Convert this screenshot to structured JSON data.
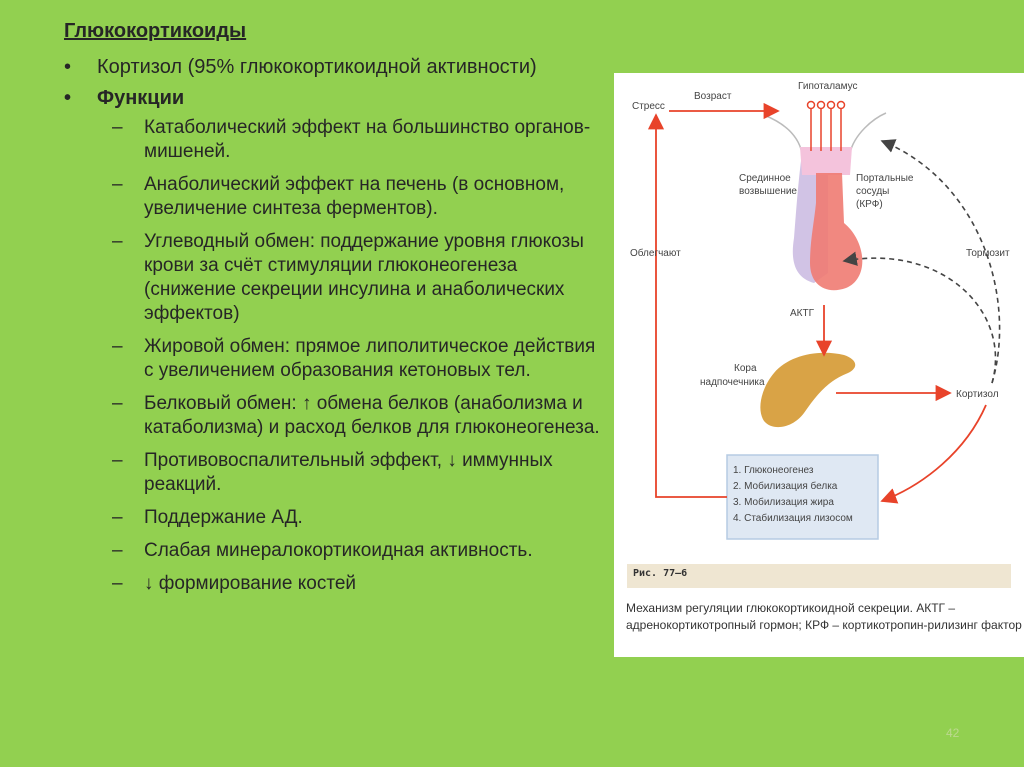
{
  "title": "Глюкокортикоиды",
  "bullets": [
    "Кортизол (95% глюкокортикоидной активности)",
    "Функции"
  ],
  "bullet_symbol": "•",
  "dash_symbol": "–",
  "functions": [
    "Катаболический эффект на большинство органов-мишеней.",
    "Анаболический эффект на печень (в основном, увеличение синтеза ферментов).",
    "Углеводный обмен: поддержание уровня глюкозы крови за счёт стимуляции глюконеогенеза (снижение секреции инсулина и анаболических эффектов)",
    "Жировой обмен: прямое липолитическое действия с увеличением образования кетоновых тел.",
    "Белковый обмен: ↑ обмена белков (анаболизма и катаболизма) и расход белков для глюконеогенеза.",
    "Противовоспалительный эффект, ↓ иммунных реакций.",
    "Поддержание АД.",
    "Слабая минералокортикоидная активность.",
    "↓ формирование костей"
  ],
  "figure": {
    "labels": {
      "stress": "Стресс",
      "age": "Возраст",
      "hypothalamus": "Гипоталамус",
      "median_em_1": "Срединное",
      "median_em_2": "возвышение",
      "portal_1": "Портальные",
      "portal_2": "сосуды",
      "portal_3": "(КРФ)",
      "facilitate": "Облегчают",
      "inhibit": "Тормозит",
      "actg": "АКТГ",
      "cortex_1": "Кора",
      "cortex_2": "надпочечника",
      "cortisol": "Кортизол"
    },
    "effects": [
      "1. Глюконеогенез",
      "2. Мобилизация белка",
      "3. Мобилизация жира",
      "4. Стабилизация лизосом"
    ],
    "fig_label": "Рис. 77—6",
    "caption": "Механизм регуляции глюкокортикоидной секреции. АКТГ – адренокортикотропный гормон; КРФ – кортикотропин-рилизинг фактор",
    "colors": {
      "arrow": "#e8432a",
      "gland": "#f07b72",
      "median": "#c9b8e0",
      "adrenal": "#d9a346",
      "box_bg": "#dfe8f3",
      "box_border": "#b5cbe3",
      "dashed": "#444444"
    }
  },
  "page_number": "42"
}
